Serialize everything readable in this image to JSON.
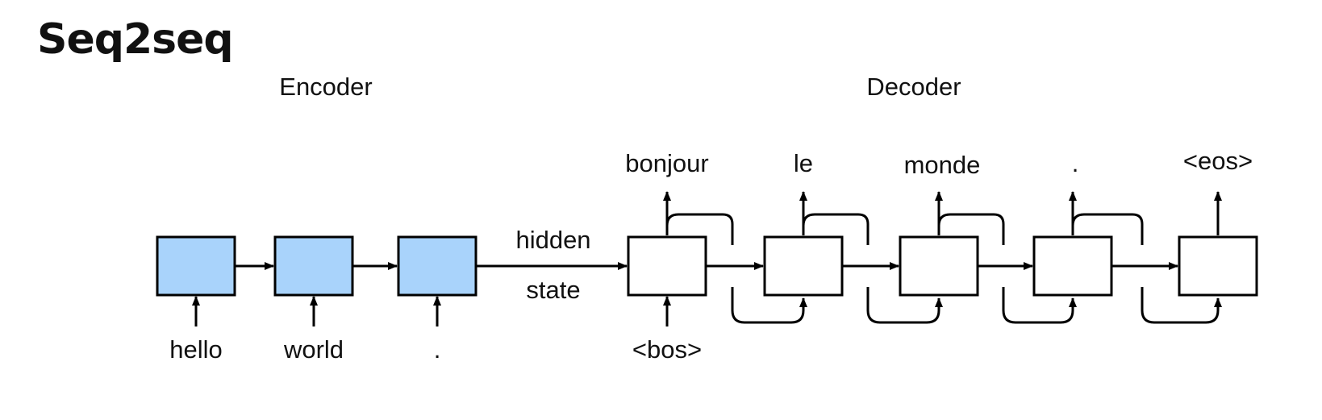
{
  "title": "Seq2seq",
  "encoder": {
    "label": "Encoder",
    "inputs": [
      "hello",
      "world",
      "."
    ],
    "cell_color": "#a9d3fb"
  },
  "bridge": {
    "line1": "hidden",
    "line2": "state"
  },
  "decoder": {
    "label": "Decoder",
    "start_token": "<bos>",
    "outputs": [
      "bonjour",
      "le",
      "monde",
      ".",
      "<eos>"
    ],
    "cell_color": "#ffffff"
  }
}
